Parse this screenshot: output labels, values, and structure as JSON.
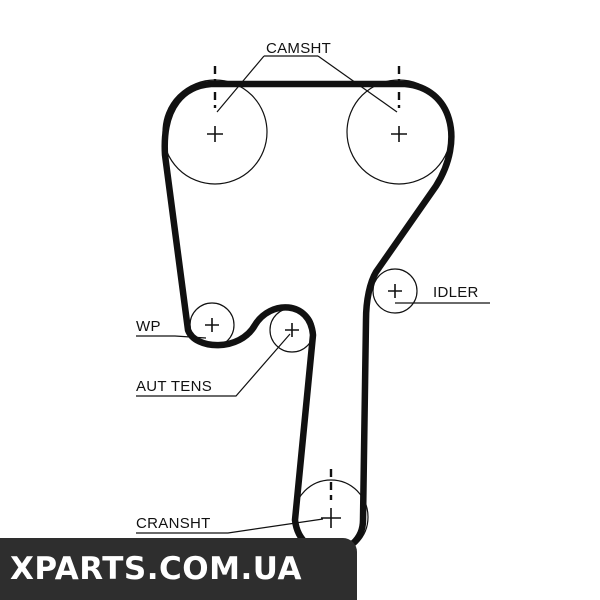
{
  "labels": {
    "camshaft": "CAMSHT",
    "idler": "IDLER",
    "water_pump": "WP",
    "auto_tensioner": "AUT TENS",
    "crankshaft": "CRANSHT"
  },
  "watermark": "XPARTS.COM.UA",
  "colors": {
    "belt": "#111111",
    "pulley_outline": "#111111",
    "watermark_bg": "#2e2e2e",
    "watermark_text": "#ffffff"
  }
}
